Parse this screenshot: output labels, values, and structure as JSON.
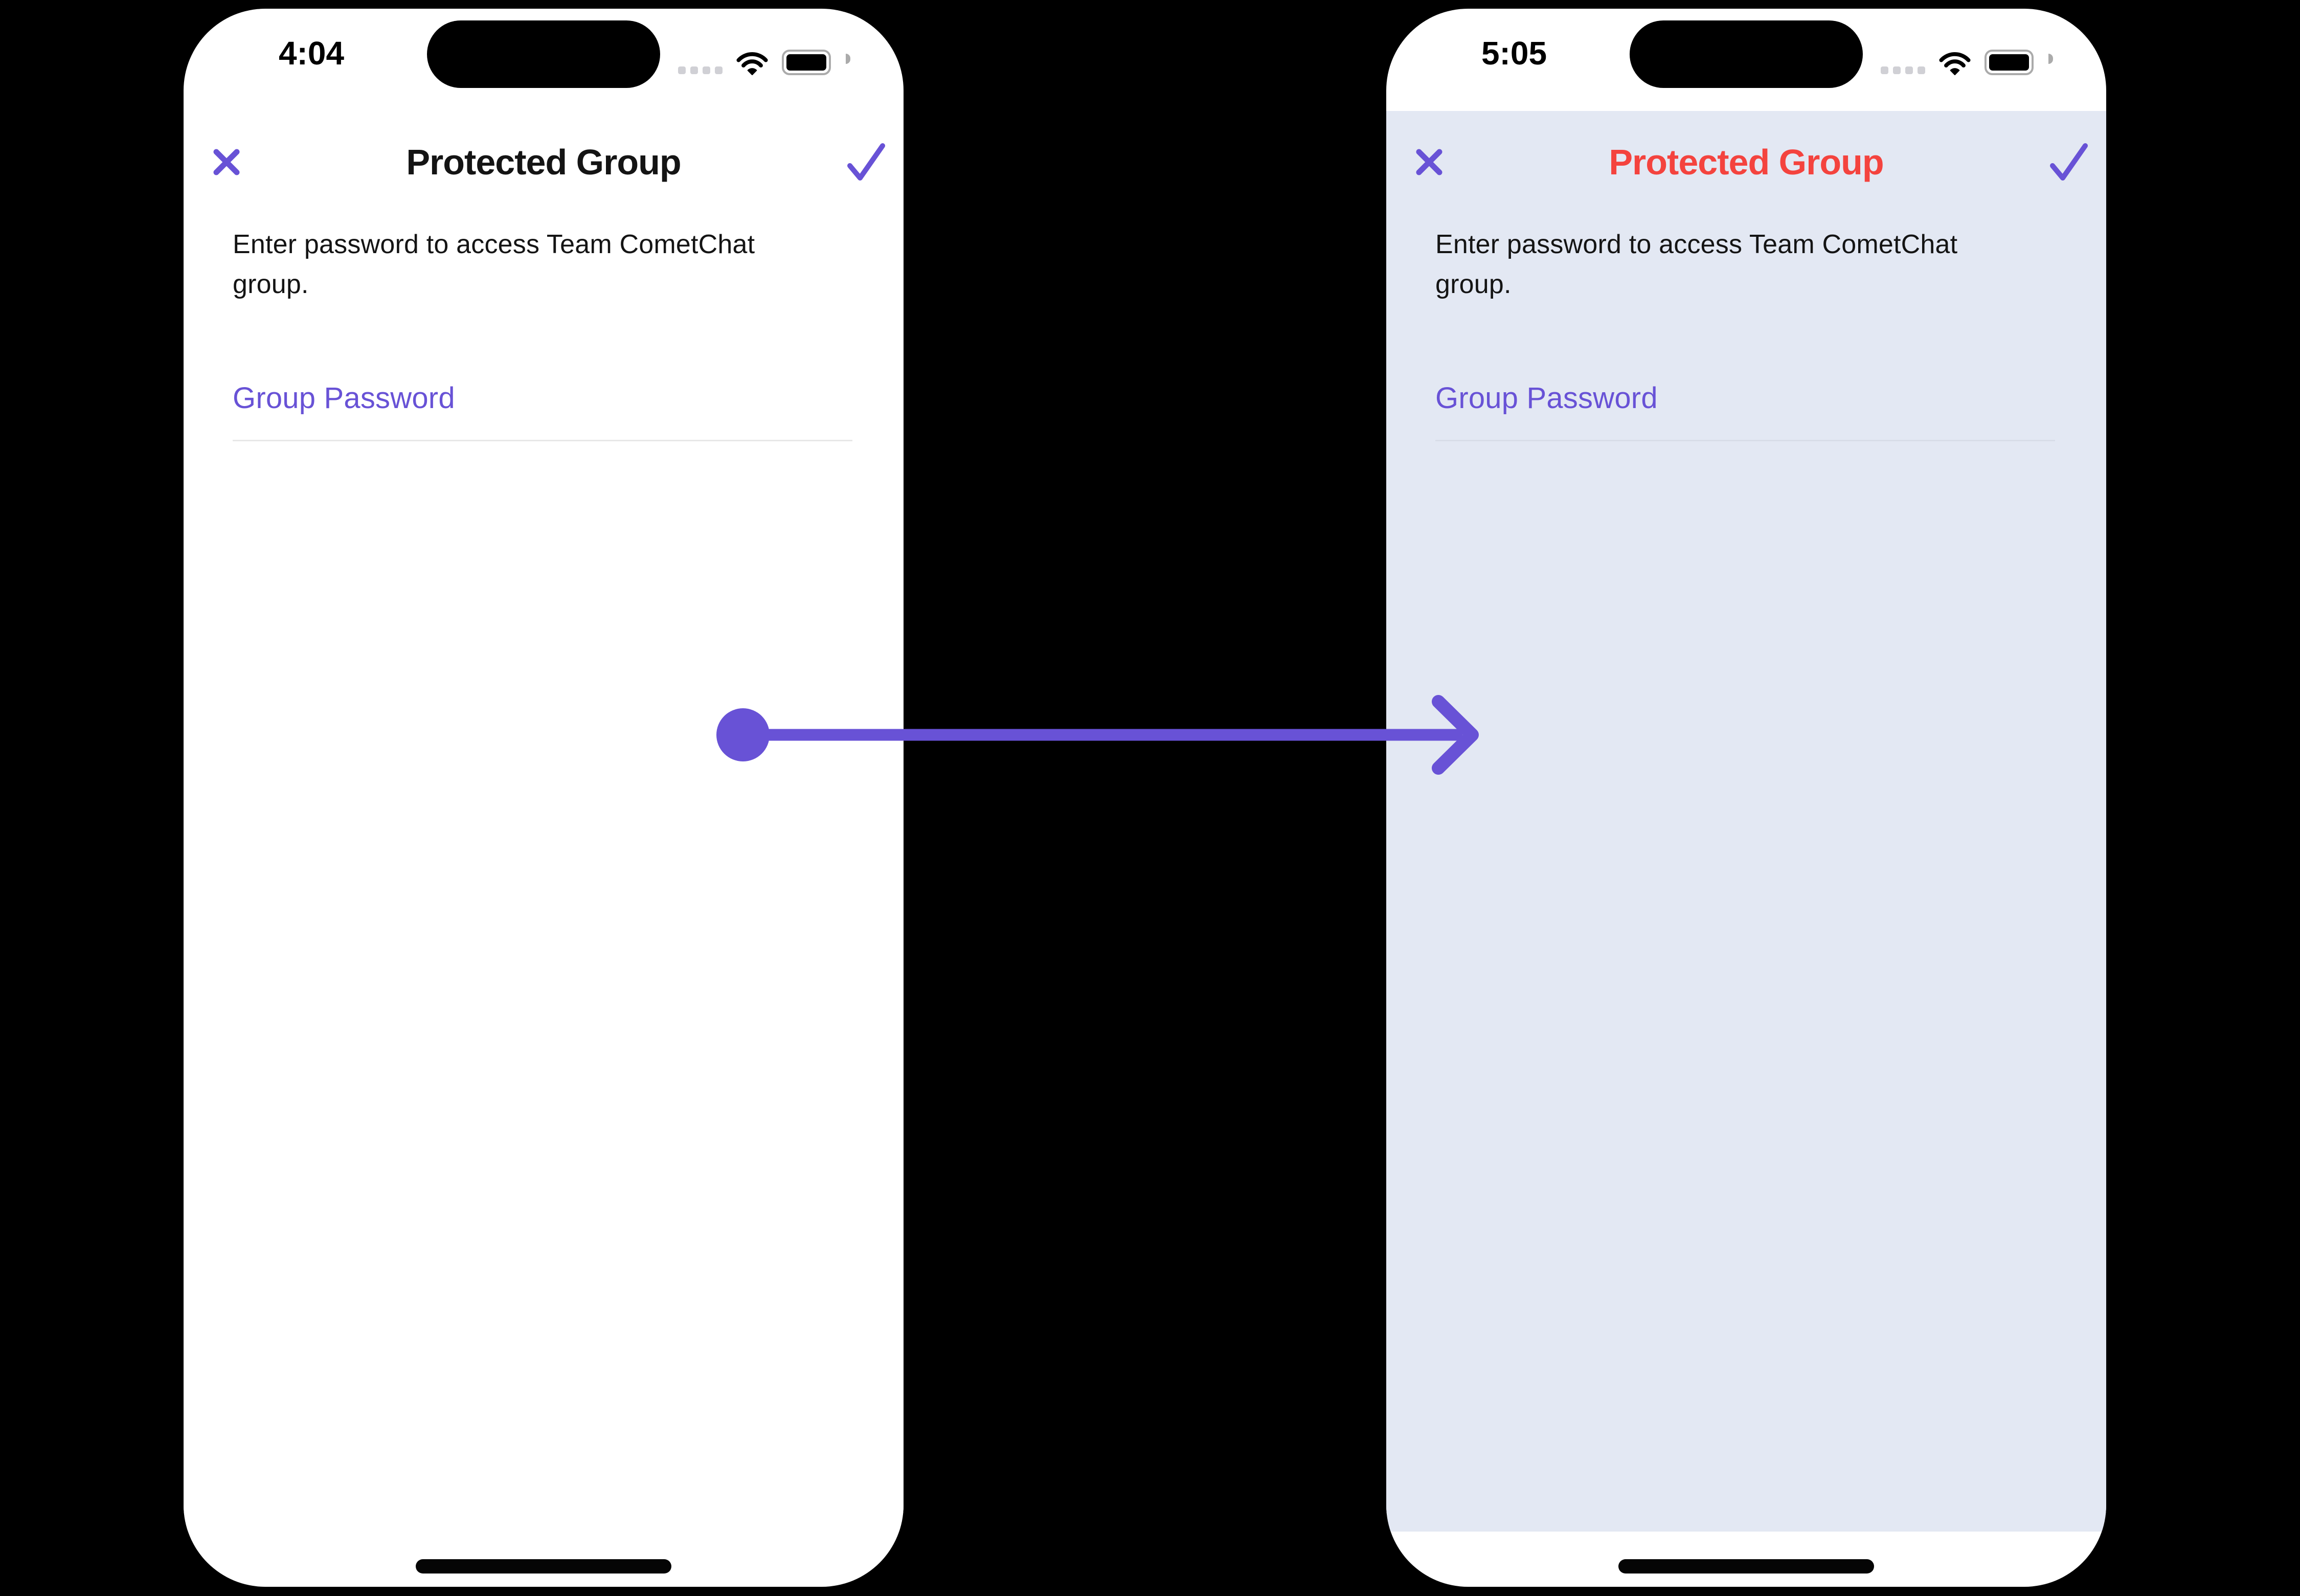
{
  "canvas": {
    "bg": "#000000"
  },
  "colors": {
    "accent_purple": "#6852D6",
    "error_red": "#F4433E",
    "lavender_bg": "#E3E8F3",
    "white_bg": "#FFFFFF",
    "text_dark": "#141414",
    "divider_light": "#E8E8E8",
    "divider_on_lavender": "#D8DDE8",
    "status_dot_gray": "#D0D0D5"
  },
  "arrow": {
    "name": "transition-arrow",
    "color": "#6852D6",
    "direction": "left-to-right"
  },
  "phones": [
    {
      "variant": "default-theme",
      "status_bar": {
        "time": "4:04",
        "icons": [
          "cellular-signal-icon",
          "wifi-icon",
          "battery-icon"
        ]
      },
      "screen": {
        "content_bg": "#FFFFFF",
        "divider": "#E8E8E8"
      },
      "header": {
        "close_icon": "close-x-icon",
        "confirm_icon": "checkmark-icon",
        "icon_color": "#6852D6",
        "title": "Protected Group",
        "title_color": "#141414"
      },
      "body": {
        "description": "Enter password to access Team CometChat group.",
        "field_label": "Group Password",
        "field_label_color": "#6852D6",
        "field_value": ""
      }
    },
    {
      "variant": "custom-theme",
      "status_bar": {
        "time": "5:05",
        "icons": [
          "cellular-signal-icon",
          "wifi-icon",
          "battery-icon"
        ]
      },
      "screen": {
        "content_bg": "#E3E8F3",
        "divider": "#D8DDE8"
      },
      "header": {
        "close_icon": "close-x-icon",
        "confirm_icon": "checkmark-icon",
        "icon_color": "#6852D6",
        "title": "Protected Group",
        "title_color": "#F4433E"
      },
      "body": {
        "description": "Enter password to access Team CometChat group.",
        "field_label": "Group Password",
        "field_label_color": "#6852D6",
        "field_value": ""
      }
    }
  ]
}
